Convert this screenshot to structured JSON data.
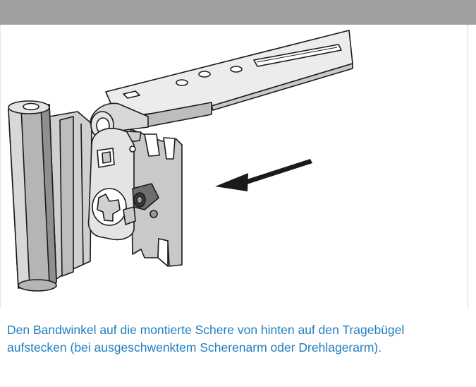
{
  "caption": "Den Bandwinkel auf die montierte Schere von hinten auf den Tragebügel aufstecken (bei ausgeschwenktem Scherenarm oder Drehlagerarm).",
  "colors": {
    "header_bar": "#a0a0a0",
    "caption_text": "#1f7fc0",
    "line_art": "#1a1a1a",
    "metal_light": "#e4e4e4",
    "metal_mid": "#c9c9c9",
    "metal_dark": "#9a9a9a"
  },
  "illustration": {
    "subject": "hinge-bracket-assembly",
    "arrow_direction": "left-down"
  }
}
